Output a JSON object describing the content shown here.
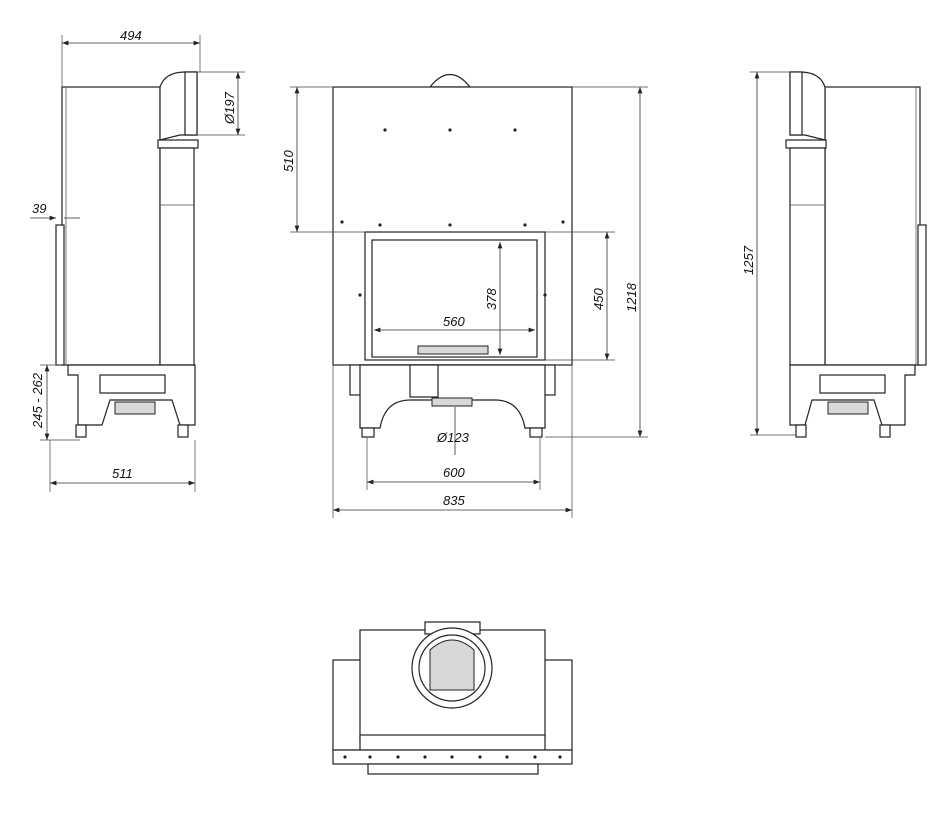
{
  "dimensions": {
    "side_depth_top": "494",
    "flue_diameter": "Ø197",
    "side_offset": "39",
    "leg_height_range": "245 - 262",
    "side_depth_bottom": "511",
    "top_panel_height": "510",
    "glass_height": "378",
    "glass_width": "560",
    "door_height": "450",
    "total_height_front": "1218",
    "air_inlet_diameter": "Ø123",
    "leg_spacing": "600",
    "total_width": "835",
    "total_height_side": "1257"
  }
}
